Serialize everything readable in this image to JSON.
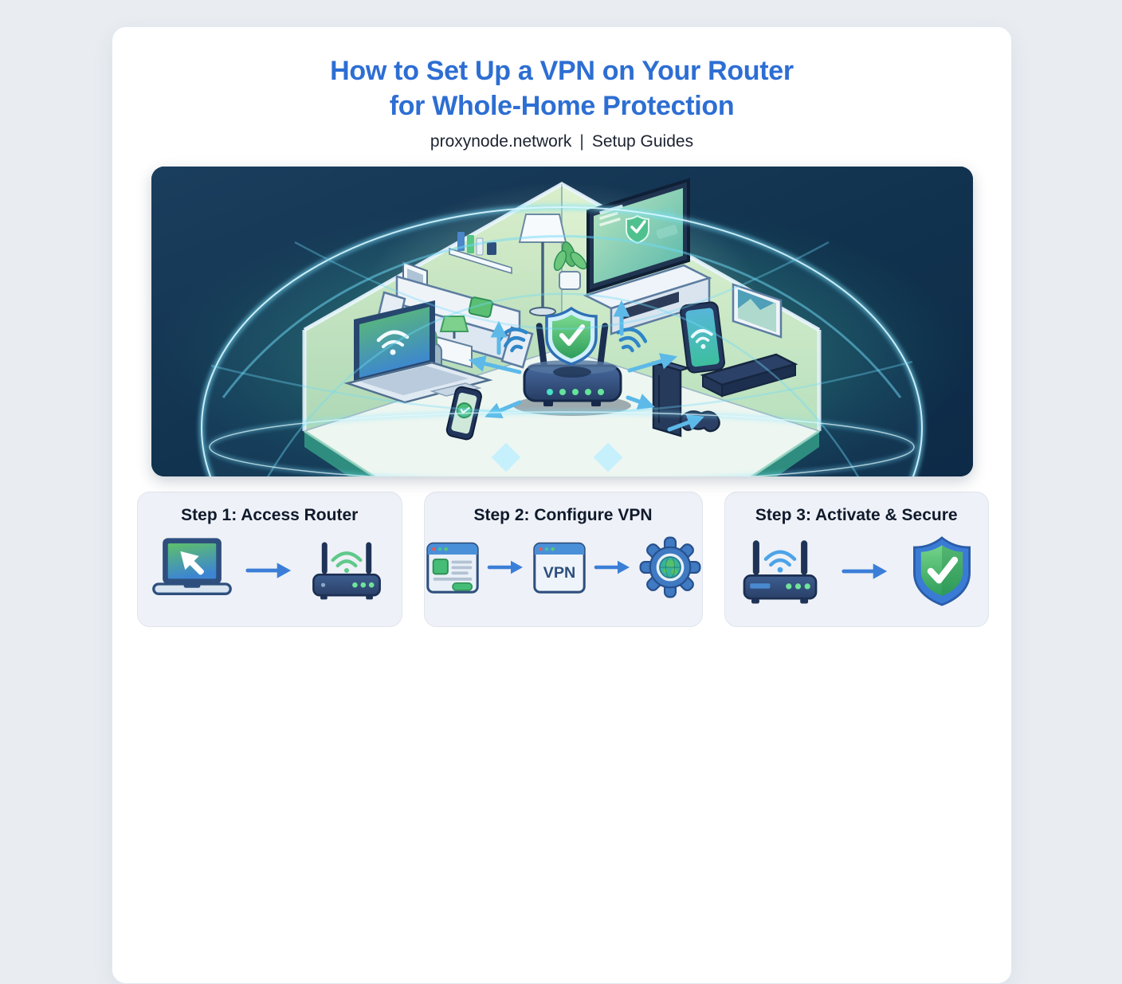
{
  "header": {
    "title_line1": "How to Set Up a VPN on Your Router",
    "title_line2": "for Whole-Home Protection",
    "site": "proxynode.network",
    "divider": "|",
    "section": "Setup Guides",
    "title_color": "#2d6ed3"
  },
  "hero": {
    "description": "Isometric living room under a glowing cyan VPN dome: central router with green shield-check broadcasts to laptop, smartphone, smart TV, tablet and game consoles via blue arrows",
    "colors": {
      "background_navy": "#11304e",
      "dome_cyan": "#7ae2ff",
      "glow_teal": "#2f8d80",
      "wall_green": "#cfe8c3",
      "shield_green": "#47bd6e",
      "arrow_blue": "#5cb9e8"
    }
  },
  "steps": [
    {
      "title": "Step 1: Access Router",
      "icons": [
        "laptop-cursor-icon",
        "arrow-right-icon",
        "wifi-router-icon"
      ]
    },
    {
      "title": "Step 2: Configure VPN",
      "icons": [
        "browser-settings-icon",
        "arrow-right-icon",
        "vpn-browser-icon",
        "arrow-right-icon",
        "gear-globe-icon"
      ],
      "vpn_label": "VPN"
    },
    {
      "title": "Step 3: Activate & Secure",
      "icons": [
        "wifi-router-icon",
        "arrow-right-icon",
        "shield-check-icon"
      ]
    }
  ],
  "icon_colors": {
    "arrow_blue": "#3b7ed8",
    "navy_frame": "#2e4f7e",
    "wifi_green": "#5fc98b",
    "wifi_blue": "#4da3e8",
    "led_green": "#6fe39a",
    "gear_blue": "#3f7ac2",
    "shield_rim_blue": "#3a7bd5",
    "shield_fill_green": "#3fae62"
  }
}
